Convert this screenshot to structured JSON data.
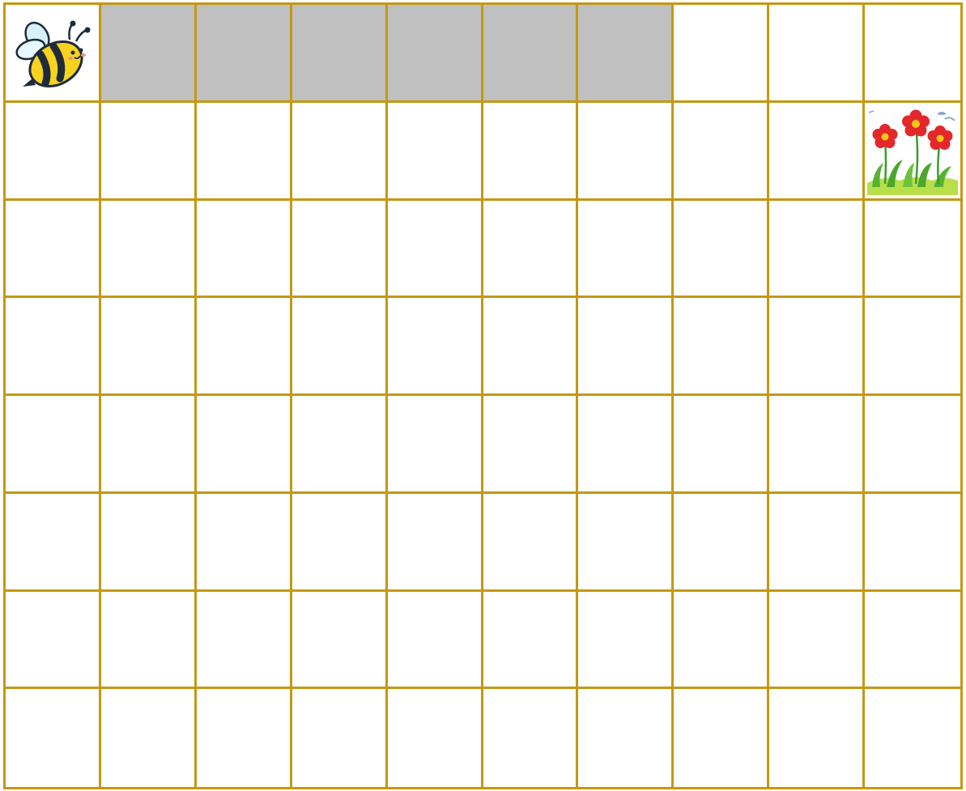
{
  "board": {
    "rows": 8,
    "cols": 10,
    "line_color": "#c49812",
    "empty_color": "#ffffff",
    "path_color": "#c0c0c0"
  },
  "bee": {
    "icon": "bee-icon",
    "row": 0,
    "col": 0
  },
  "flowers": {
    "icon": "flowers-icon",
    "row": 1,
    "col": 9
  },
  "path_cells": [
    {
      "row": 0,
      "col": 1
    },
    {
      "row": 0,
      "col": 2
    },
    {
      "row": 0,
      "col": 3
    },
    {
      "row": 0,
      "col": 4
    },
    {
      "row": 0,
      "col": 5
    },
    {
      "row": 0,
      "col": 6
    }
  ]
}
